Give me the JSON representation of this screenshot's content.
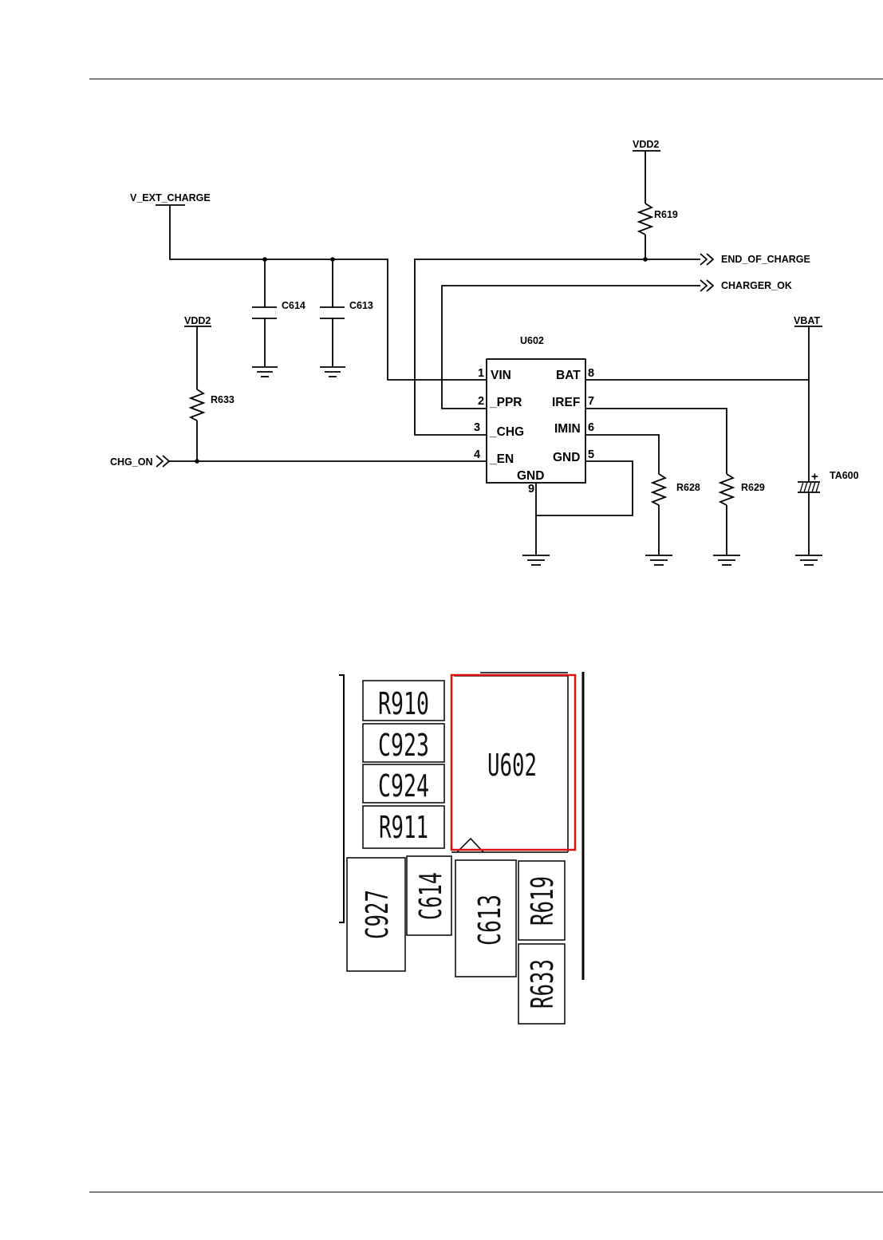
{
  "nets": {
    "v_ext_charge": "V_EXT_CHARGE",
    "vdd2_top": "VDD2",
    "vdd2_left": "VDD2",
    "vbat": "VBAT",
    "chg_on": "CHG_ON",
    "end_of_charge": "END_OF_CHARGE",
    "charger_ok": "CHARGER_OK"
  },
  "components": {
    "c614": "C614",
    "c613": "C613",
    "r619": "R619",
    "r633": "R633",
    "r628": "R628",
    "r629": "R629",
    "ta600": "TA600",
    "u602": "U602"
  },
  "ic_pins": {
    "vin": "VIN",
    "ppr": "_PPR",
    "chg": "_CHG",
    "en": "_EN",
    "bat": "BAT",
    "iref": "IREF",
    "imin": "IMIN",
    "gnd_right": "GND",
    "gnd_bottom": "GND",
    "n1": "1",
    "n2": "2",
    "n3": "3",
    "n4": "4",
    "n5": "5",
    "n6": "6",
    "n7": "7",
    "n8": "8",
    "n9": "9"
  },
  "battery_plus": "+",
  "pcb_labels": {
    "r910": "R910",
    "c923": "C923",
    "c924": "C924",
    "r911": "R911",
    "u602": "U602",
    "c927": "C927",
    "c614": "C614",
    "c613": "C613",
    "r619": "R619",
    "r633": "R633"
  },
  "colors": {
    "highlight": "#dd1111",
    "ink": "#000000"
  }
}
